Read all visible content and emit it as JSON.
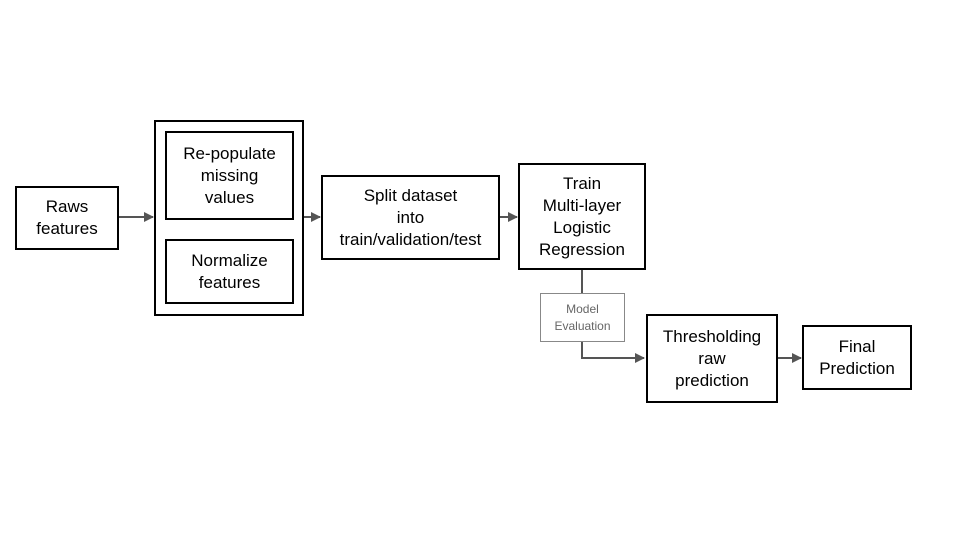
{
  "diagram": {
    "nodes": {
      "raws": "Raws\nfeatures",
      "repopulate": "Re-populate\nmissing\nvalues",
      "normalize": "Normalize\nfeatures",
      "split": "Split dataset\ninto\ntrain/validation/test",
      "train": "Train\nMulti-layer\nLogistic\nRegression",
      "evaluation": "Model\nEvaluation",
      "threshold": "Thresholding\nraw\nprediction",
      "final": "Final\nPrediction"
    },
    "edges": [
      {
        "from": "raws",
        "to": "preprocessing"
      },
      {
        "from": "preprocessing",
        "to": "split"
      },
      {
        "from": "split",
        "to": "train"
      },
      {
        "from": "train",
        "to": "threshold",
        "via": "evaluation"
      },
      {
        "from": "threshold",
        "to": "final"
      }
    ],
    "colors": {
      "border": "#000000",
      "arrow": "#555555",
      "evaluation_text": "#666666",
      "evaluation_border": "#888888"
    }
  }
}
